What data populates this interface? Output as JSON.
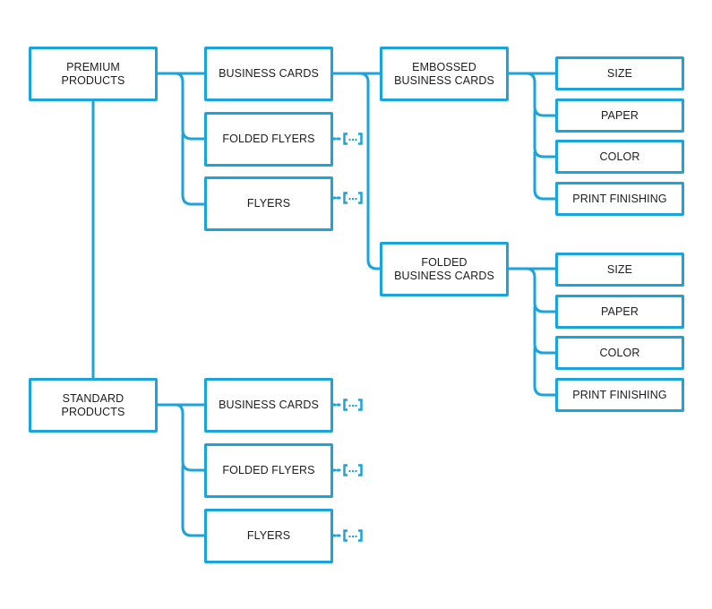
{
  "colors": {
    "line": "#1ba3dc",
    "text": "#1d1d1d",
    "background": "#ffffff"
  },
  "premium": {
    "label": "PREMIUM\nPRODUCTS",
    "business_cards": {
      "label": "BUSINESS CARDS",
      "embossed": {
        "label": "EMBOSSED\nBUSINESS CARDS",
        "options": [
          "SIZE",
          "PAPER",
          "COLOR",
          "PRINT FINISHING"
        ]
      },
      "folded": {
        "label": "FOLDED\nBUSINESS CARDS",
        "options": [
          "SIZE",
          "PAPER",
          "COLOR",
          "PRINT FINISHING"
        ]
      }
    },
    "folded_flyers": {
      "label": "FOLDED FLYERS",
      "expand_icon": "collapsed-branch-icon"
    },
    "flyers": {
      "label": "FLYERS",
      "expand_icon": "collapsed-branch-icon"
    }
  },
  "standard": {
    "label": "STANDARD\nPRODUCTS",
    "business_cards": {
      "label": "BUSINESS CARDS",
      "expand_icon": "collapsed-branch-icon"
    },
    "folded_flyers": {
      "label": "FOLDED FLYERS",
      "expand_icon": "collapsed-branch-icon"
    },
    "flyers": {
      "label": "FLYERS",
      "expand_icon": "collapsed-branch-icon"
    }
  }
}
